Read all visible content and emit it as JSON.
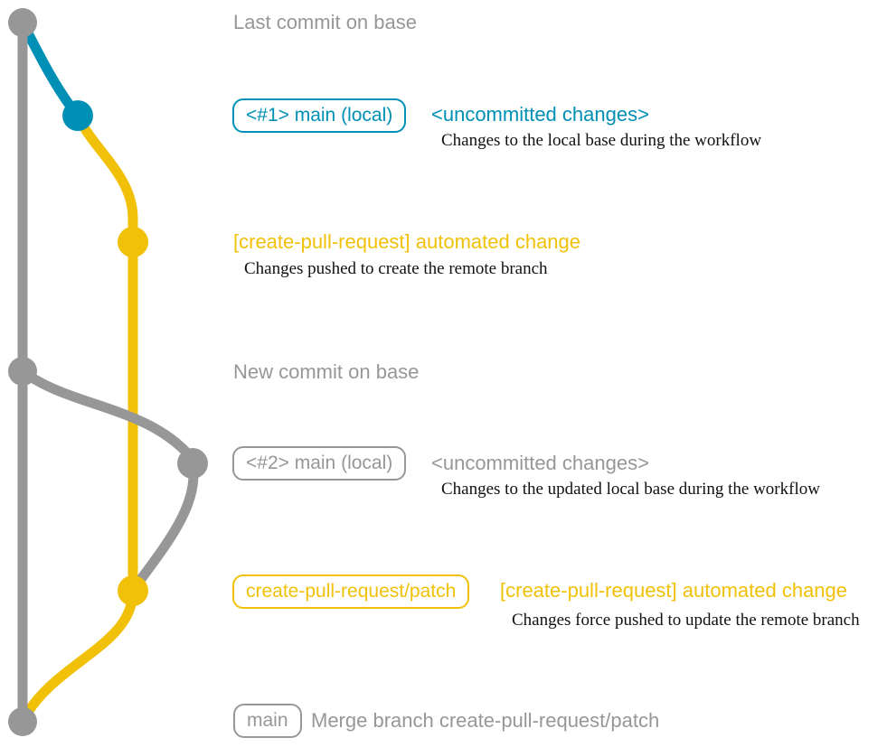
{
  "colors": {
    "base_gray": "#979797",
    "branch_blue": "#008fb5",
    "branch_yellow": "#f1c109",
    "caption_black": "#111111",
    "background": "#ffffff"
  },
  "diagram": {
    "base_events": {
      "last_commit_label": "Last commit on base",
      "new_commit_label": "New commit on base"
    },
    "uncommitted_1": {
      "badge": "<#1> main (local)",
      "message": "<uncommitted changes>",
      "caption": "Changes to the local base during the workflow"
    },
    "automated_1": {
      "message": "[create-pull-request] automated change",
      "caption": "Changes pushed to create the remote branch"
    },
    "uncommitted_2": {
      "badge": "<#2> main (local)",
      "message": "<uncommitted changes>",
      "caption": "Changes to the updated local base during the workflow"
    },
    "automated_2": {
      "badge": "create-pull-request/patch",
      "message": "[create-pull-request] automated change",
      "caption": "Changes force pushed to update the remote branch"
    },
    "merge_commit": {
      "badge": "main",
      "message": "Merge branch create-pull-request/patch"
    }
  }
}
